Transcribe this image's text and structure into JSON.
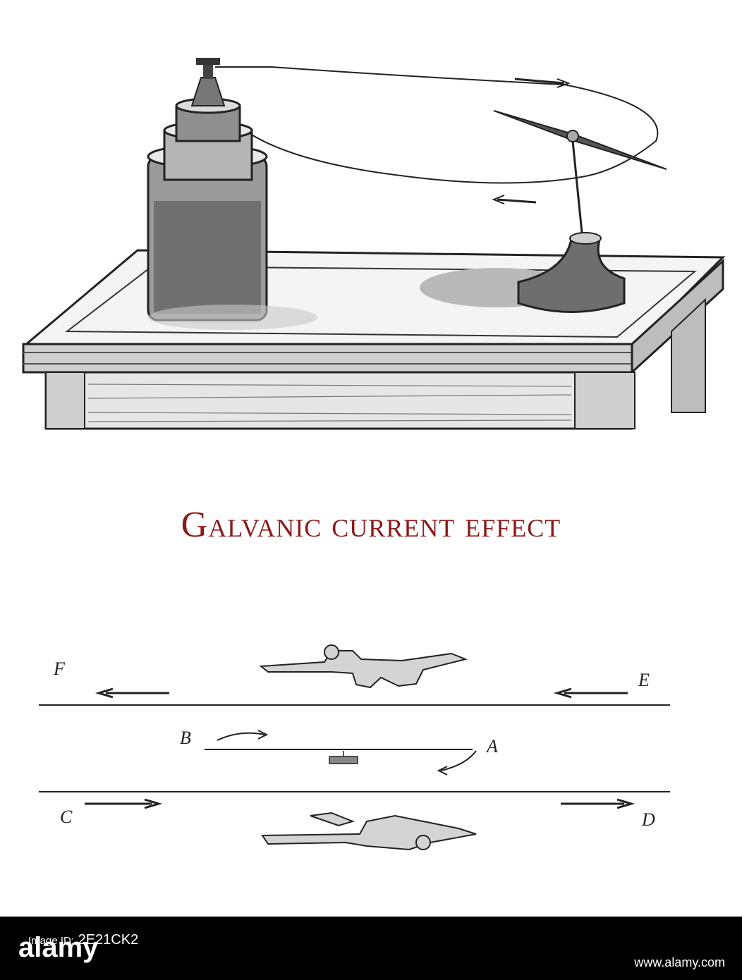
{
  "caption": "Galvanic current effect",
  "diagram": {
    "labels": {
      "a": "A",
      "b": "B",
      "c": "C",
      "d": "D",
      "e": "E",
      "f": "F"
    }
  },
  "watermark": {
    "brand": "alamy",
    "image_id_label": "Image ID:",
    "image_id": "2E21CK2",
    "site": "www.alamy.com"
  },
  "colors": {
    "caption": "#8b1a1a",
    "ink": "#222222",
    "footer": "#000000"
  }
}
